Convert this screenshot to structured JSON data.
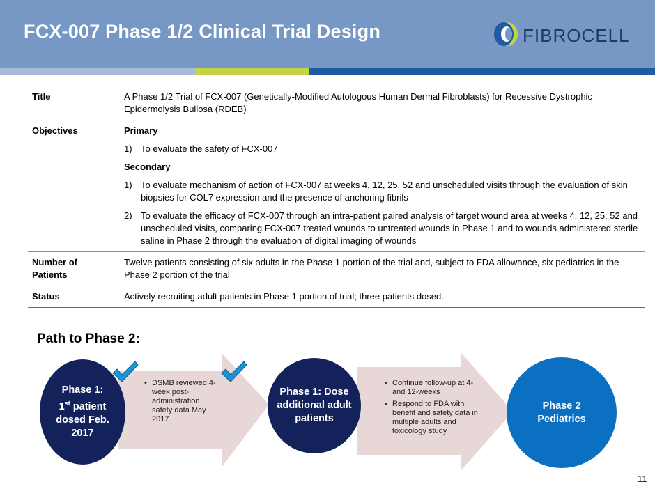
{
  "header": {
    "title": "FCX-007 Phase 1/2 Clinical Trial Design",
    "logo_text": "FIBROCELL",
    "colors": {
      "band": "#7797c4",
      "stripe_left": "#a6bcd8",
      "stripe_mid": "#c5d443",
      "stripe_right": "#1f5aa3"
    }
  },
  "table": {
    "title_label": "Title",
    "title_value": "A Phase 1/2 Trial of FCX-007 (Genetically-Modified Autologous Human Dermal Fibroblasts) for Recessive Dystrophic Epidermolysis Bullosa (RDEB)",
    "objectives_label": "Objectives",
    "primary_heading": "Primary",
    "primary_items": [
      {
        "num": "1)",
        "text": "To evaluate the safety of FCX-007"
      }
    ],
    "secondary_heading": "Secondary",
    "secondary_items": [
      {
        "num": "1)",
        "text": "To evaluate mechanism of action of FCX-007 at weeks 4, 12, 25, 52 and unscheduled visits through the evaluation of skin biopsies for COL7 expression and the presence of anchoring fibrils"
      },
      {
        "num": "2)",
        "text": "To evaluate the efficacy of FCX-007 through an intra-patient paired analysis of target wound area at weeks 4, 12, 25, 52 and unscheduled visits, comparing FCX-007 treated wounds to untreated wounds in Phase 1 and to wounds administered sterile saline in Phase 2 through the evaluation of digital imaging of wounds"
      }
    ],
    "patients_label_line1": "Number of",
    "patients_label_line2": "Patients",
    "patients_value": "Twelve patients consisting of six adults in the Phase 1 portion of the trial and, subject to FDA allowance, six pediatrics in the Phase 2 portion of the trial",
    "status_label": "Status",
    "status_value": "Actively recruiting adult patients in Phase 1 portion of trial; three patients dosed."
  },
  "path": {
    "heading": "Path to Phase 2:",
    "step1": {
      "line1": "Phase 1:",
      "line2_main": "1",
      "line2_sup": "st",
      "line2_rest": " patient",
      "line3": "dosed Feb.",
      "line4": "2017"
    },
    "arrow1_bullets": [
      "DSMB reviewed 4-week post-administration safety data May 2017"
    ],
    "step2": {
      "line1": "Phase 1: Dose",
      "line2": "additional adult",
      "line3": "patients"
    },
    "arrow2_bullets": [
      "Continue follow-up at 4- and 12-weeks",
      "Respond to FDA with benefit and safety data in multiple adults and toxicology study"
    ],
    "step3": {
      "line1": "Phase 2",
      "line2": "Pediatrics"
    },
    "colors": {
      "dark_circle": "#14225c",
      "blue_circle": "#0b6fc2",
      "arrow_fill": "#e8d7d7",
      "check": "#1796d3"
    }
  },
  "page_number": "11"
}
